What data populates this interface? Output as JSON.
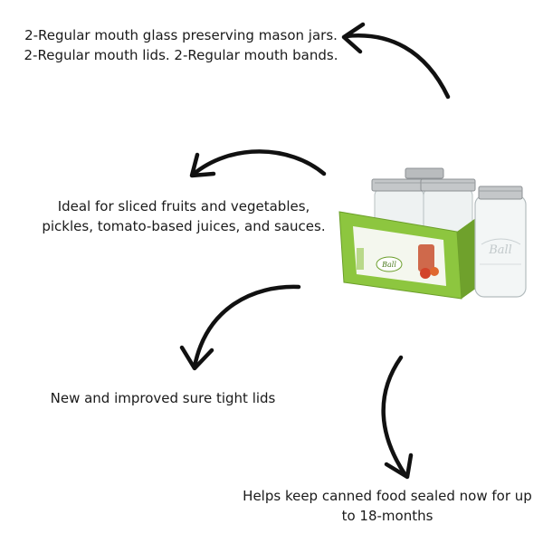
{
  "features": [
    {
      "text": "2-Regular mouth glass preserving mason jars. 2-Regular mouth lids. 2-Regular mouth bands."
    },
    {
      "text": "Ideal for sliced fruits and vegetables, pickles, tomato-based juices, and sauces."
    },
    {
      "text": "New and improved sure tight lids"
    },
    {
      "text": "Helps keep canned food sealed now for up to 18-months"
    }
  ],
  "product": {
    "brand_mark": "Ball"
  },
  "colors": {
    "arrow": "#111111",
    "box_green": "#8dc63f",
    "lid": "#b9bcbe"
  }
}
